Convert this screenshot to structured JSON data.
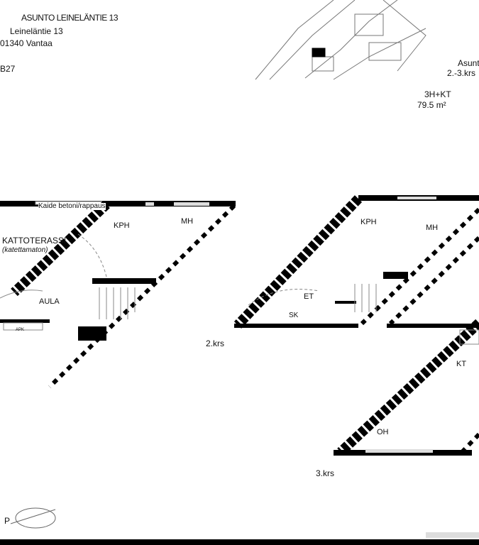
{
  "header": {
    "title": "ASUNTO LEINELÄNTIE 13",
    "street": "Leineläntie 13",
    "postal": "01340 Vantaa",
    "apartment": "B27"
  },
  "summary": {
    "label": "Asunto",
    "floors": "2.-3.krs",
    "type": "3H+KT",
    "area": "79.5 m²"
  },
  "floor2": {
    "level": "2.krs",
    "railing_note": "Kaide betoni/rappaus",
    "terrace": "KATTOTERASSI",
    "terrace_note": "(katettamaton)",
    "rooms": [
      "KPH",
      "MH",
      "AULA",
      "APK"
    ]
  },
  "floor3": {
    "level": "3.krs",
    "rooms": [
      "KPH",
      "MH",
      "ET",
      "SK",
      "KT",
      "OH"
    ]
  },
  "compass": {
    "label": "P"
  },
  "colors": {
    "wall": "#000000",
    "window": "#bbbbbb",
    "fixture": "#999999"
  }
}
